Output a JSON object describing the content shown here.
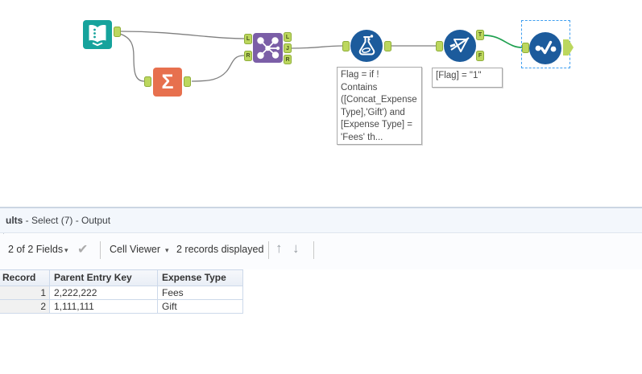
{
  "canvas": {
    "anchor_labels": {
      "L": "L",
      "R": "R",
      "J": "J",
      "T": "T",
      "F": "F"
    },
    "annotations": {
      "formula": "Flag = if !\nContains\n([Concat_Expense\nType],'Gift') and\n[Expense Type] =\n'Fees' th...",
      "filter": "[Flag] = \"1\""
    },
    "icons": {
      "sigma": "Σ"
    },
    "colors": {
      "input_tool": "#16a39c",
      "summarize_tool": "#e7704e",
      "join_tool": "#7b5ea7",
      "blue_tool": "#1c5b9c",
      "anchor_green": "#bcd75e",
      "connection_gray": "#7f7f7f",
      "connection_green": "#1ea04f",
      "selection_blue": "#3f9ff0"
    }
  },
  "results_panel": {
    "title_bold": "ults",
    "title_rest": " - Select (7) - Output",
    "toolbar": {
      "field_filter": "2 of 2 Fields",
      "cell_viewer": "Cell Viewer",
      "records_displayed": "2 records displayed",
      "icons": {
        "caret_down": "▾",
        "check": "✔",
        "arrow_up": "↑",
        "arrow_down": "↓"
      }
    },
    "table": {
      "columns": [
        "Record",
        "Parent Entry Key",
        "Expense Type"
      ],
      "rows": [
        {
          "record": "1",
          "parent_entry_key": "2,222,222",
          "expense_type": "Fees"
        },
        {
          "record": "2",
          "parent_entry_key": "1,111,111",
          "expense_type": "Gift"
        }
      ]
    }
  }
}
